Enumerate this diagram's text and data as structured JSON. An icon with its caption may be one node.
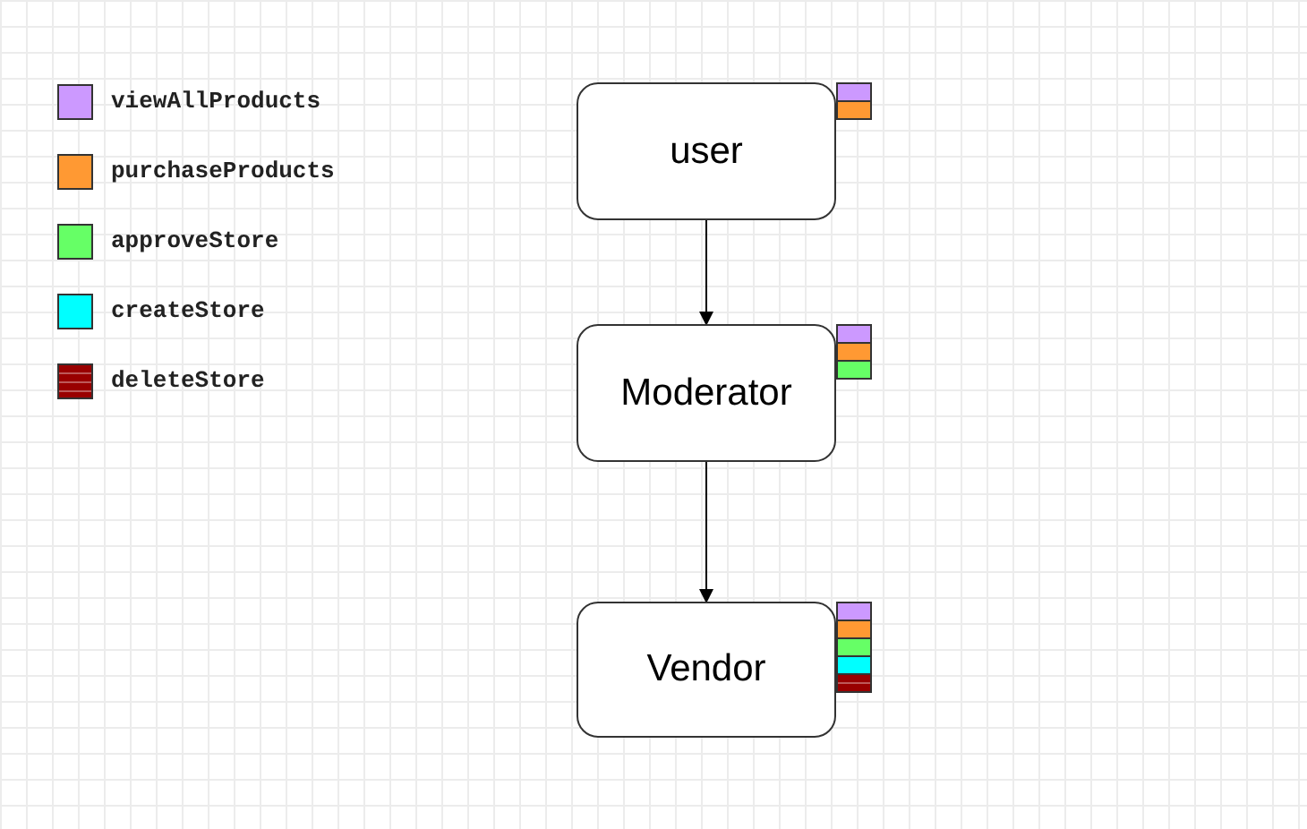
{
  "diagram": {
    "nodes": [
      {
        "text": [
          "user"
        ]
      },
      {
        "text": [
          "Moderator"
        ]
      },
      {
        "text": [
          "Vendor"
        ]
      }
    ],
    "edges": [
      {
        "from": 0,
        "to": 1,
        "arrow": "to"
      },
      {
        "from": 1,
        "to": 2,
        "arrow": "to"
      }
    ],
    "legend": [
      {
        "text": "viewAllProducts",
        "color": "#cc99ff"
      },
      {
        "text": "purchaseProducts",
        "color": "#ff9933"
      },
      {
        "text": "approveStore",
        "color": "#66ff66"
      },
      {
        "text": "createStore",
        "color": "#00ffff"
      },
      {
        "text": "deleteStore",
        "color": "#990000"
      }
    ]
  }
}
